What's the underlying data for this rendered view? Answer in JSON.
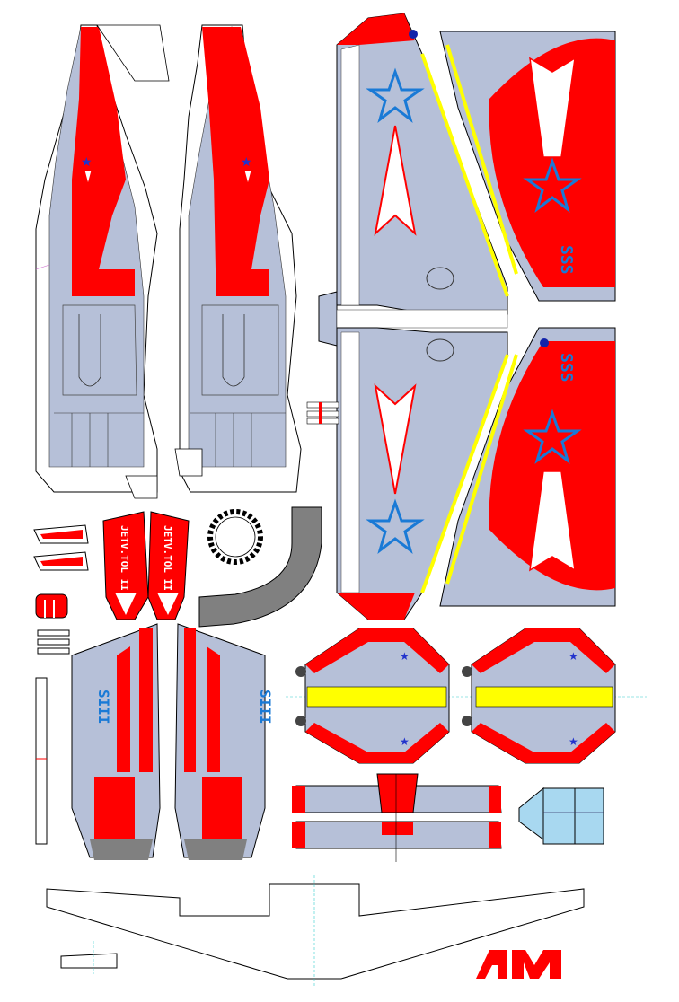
{
  "sheet": {
    "description_colors": {
      "red": "#ff0000",
      "gray_blue": "#b6c0d8",
      "blue": "#1a7ad6",
      "yellow": "#ffff00",
      "dark_gray": "#808080",
      "canopy": "#a8d8f0"
    }
  },
  "markings": {
    "wing_code_1": "SSS",
    "wing_code_2": "SSS",
    "fin_text_left": "JETV.TOL II",
    "fin_text_right": "JETV.TOL II",
    "nacelle_code_left": "SIII",
    "nacelle_code_right": "SIII",
    "logo": "AM"
  }
}
